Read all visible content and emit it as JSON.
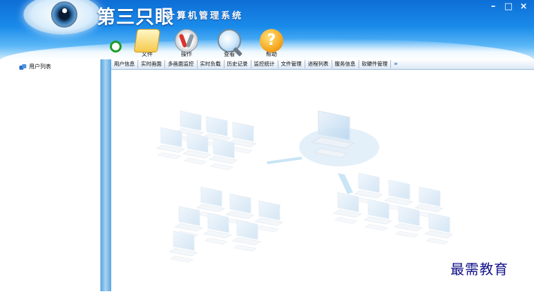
{
  "app": {
    "logo_text": "第三只眼",
    "subtitle": "计算机管理系统"
  },
  "window_controls": {
    "minimize": "–",
    "maximize": "□",
    "close": "×"
  },
  "toolbar": {
    "items": [
      {
        "label": "文件",
        "icon": "folder-icon"
      },
      {
        "label": "操作",
        "icon": "tools-icon"
      },
      {
        "label": "查看",
        "icon": "magnifier-icon"
      },
      {
        "label": "帮助",
        "icon": "help-icon"
      }
    ]
  },
  "sidebar": {
    "items": [
      {
        "label": "用户列表",
        "icon": "users-icon"
      }
    ]
  },
  "tabs": [
    {
      "label": "用户信息"
    },
    {
      "label": "实时画面"
    },
    {
      "label": "多画面监控"
    },
    {
      "label": "实时负载"
    },
    {
      "label": "历史记录"
    },
    {
      "label": "监控统计"
    },
    {
      "label": "文件管理"
    },
    {
      "label": "进程列表"
    },
    {
      "label": "服务信息"
    },
    {
      "label": "软硬件管理"
    }
  ],
  "tabs_more_glyph": "»",
  "watermark": "最需教育",
  "colors": {
    "banner": "#1a8bea",
    "splitter": "#5aa6e0",
    "watermark": "#10108a"
  }
}
